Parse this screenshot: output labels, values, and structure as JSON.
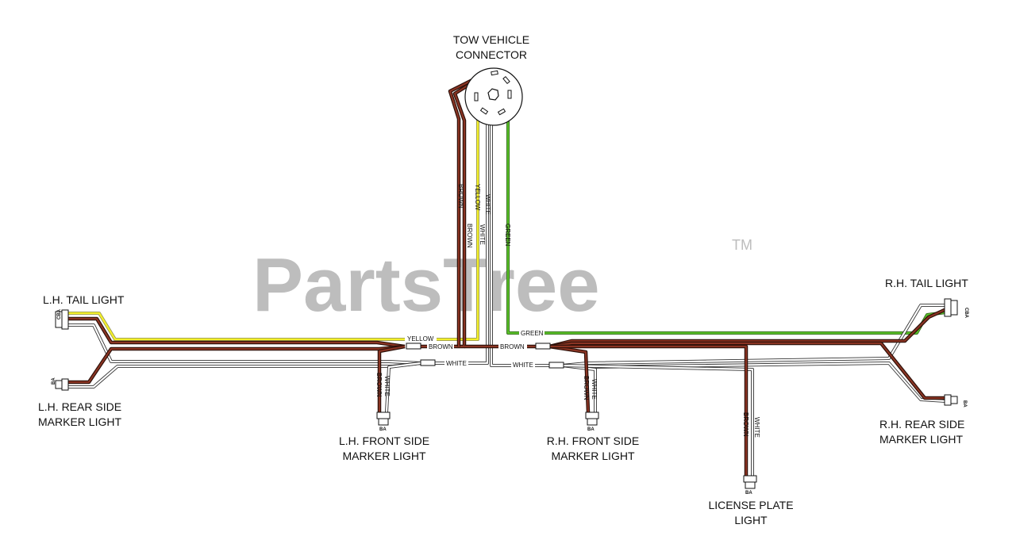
{
  "watermark": {
    "text": "PartsTree",
    "trademark": "TM"
  },
  "labels": {
    "tow_vehicle_connector_line1": "TOW VEHICLE",
    "tow_vehicle_connector_line2": "CONNECTOR",
    "lh_tail_light": "L.H. TAIL LIGHT",
    "rh_tail_light": "R.H. TAIL LIGHT",
    "lh_rear_side_line1": "L.H. REAR SIDE",
    "lh_rear_side_line2": "MARKER LIGHT",
    "rh_rear_side_line1": "R.H. REAR SIDE",
    "rh_rear_side_line2": "MARKER LIGHT",
    "lh_front_side_line1": "L.H. FRONT SIDE",
    "lh_front_side_line2": "MARKER LIGHT",
    "rh_front_side_line1": "R.H. FRONT SIDE",
    "rh_front_side_line2": "MARKER LIGHT",
    "license_plate_line1": "LICENSE PLATE",
    "license_plate_line2": "LIGHT"
  },
  "wire_labels": {
    "brown_vertical_1": "BROWN",
    "brown_vertical_2": "BROWN",
    "yellow_vertical": "YELLOW",
    "white_vertical_1": "WHITE",
    "white_vertical_2": "WHITE",
    "green_vertical": "GREEN",
    "yellow_horizontal": "YELLOW",
    "brown_left": "BROWN",
    "white_left": "WHITE",
    "green_horizontal": "GREEN",
    "brown_right": "BROWN",
    "white_right": "WHITE",
    "lh_front_brown": "BROWN",
    "lh_front_white": "WHITE",
    "rh_front_brown": "BROWN",
    "rh_front_white": "WHITE",
    "license_brown": "BROWN",
    "license_white": "WHITE"
  },
  "pins": {
    "three_pin": "CBA",
    "two_pin": "BA"
  },
  "wire_colors": {
    "brown": "#8a3423",
    "white": "#ffffff",
    "yellow": "#f4f02a",
    "green": "#5ac12a",
    "outline": "#222222"
  }
}
